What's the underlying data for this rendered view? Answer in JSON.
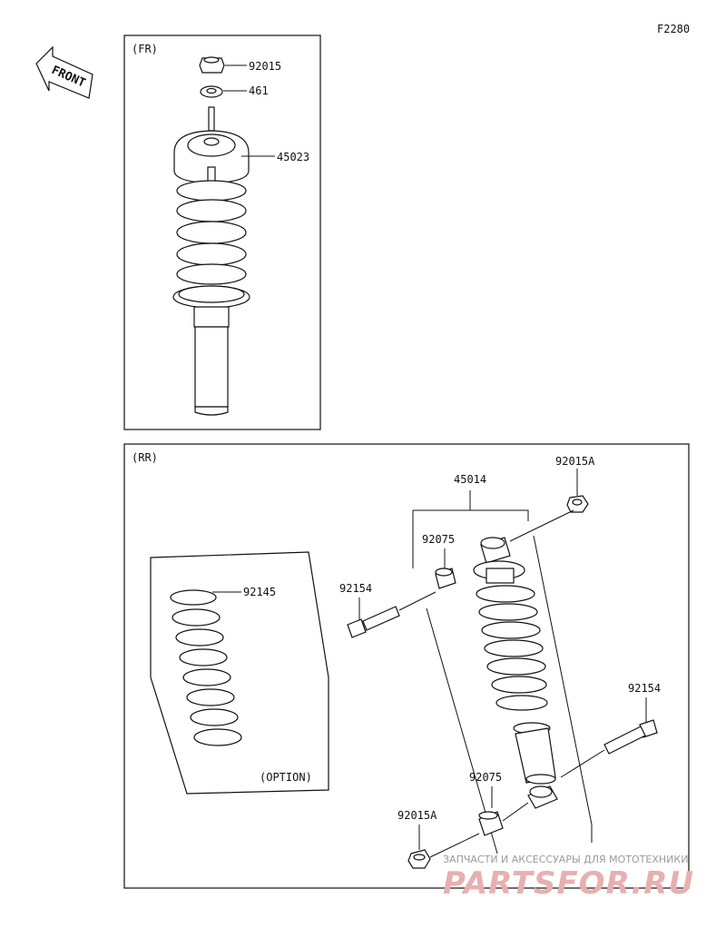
{
  "figure_code": "F2280",
  "front_label": "FRONT",
  "front_section": {
    "tag": "(FR)",
    "parts": [
      {
        "number": "92015"
      },
      {
        "number": "461"
      },
      {
        "number": "45023"
      }
    ]
  },
  "rear_section": {
    "tag": "(RR)",
    "option_label": "(OPTION)",
    "parts": [
      {
        "number": "92015A"
      },
      {
        "number": "45014"
      },
      {
        "number": "92075"
      },
      {
        "number": "92154"
      },
      {
        "number": "92145"
      },
      {
        "number": "92154"
      },
      {
        "number": "92075"
      },
      {
        "number": "92015A"
      }
    ]
  },
  "watermark": {
    "tagline": "ЗАПЧАСТИ И АКСЕССУАРЫ ДЛЯ МОТОТЕХНИКИ",
    "brand": "PARTSFOR.RU"
  }
}
